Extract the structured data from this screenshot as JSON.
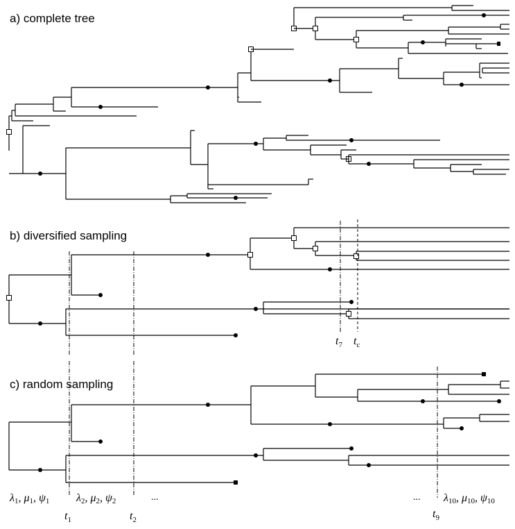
{
  "figure": {
    "panels": [
      {
        "id": "a",
        "title": "a) complete tree"
      },
      {
        "id": "b",
        "title": "b) diversified sampling"
      },
      {
        "id": "c",
        "title": "c) random sampling"
      }
    ],
    "panel_b_time_labels": [
      {
        "base": "t",
        "sub": "7"
      },
      {
        "base": "t",
        "sub": "c"
      }
    ],
    "panel_c_interval_labels": [
      {
        "text": "λ",
        "sub": "1",
        "rest": [
          [
            "μ",
            "1"
          ],
          [
            "ψ",
            "1"
          ]
        ]
      },
      {
        "text": "λ",
        "sub": "2",
        "rest": [
          [
            "μ",
            "2"
          ],
          [
            "ψ",
            "2"
          ]
        ]
      },
      {
        "text": "λ",
        "sub": "10",
        "rest": [
          [
            "μ",
            "10"
          ],
          [
            "ψ",
            "10"
          ]
        ]
      }
    ],
    "panel_c_time_labels": [
      {
        "base": "t",
        "sub": "1"
      },
      {
        "base": "t",
        "sub": "2"
      },
      {
        "base": "t",
        "sub": "9"
      }
    ],
    "ellipsis": "...",
    "legend_marks": {
      "filled_dot": "sampled ancestor / fossil",
      "open_square": "speciation node"
    }
  }
}
